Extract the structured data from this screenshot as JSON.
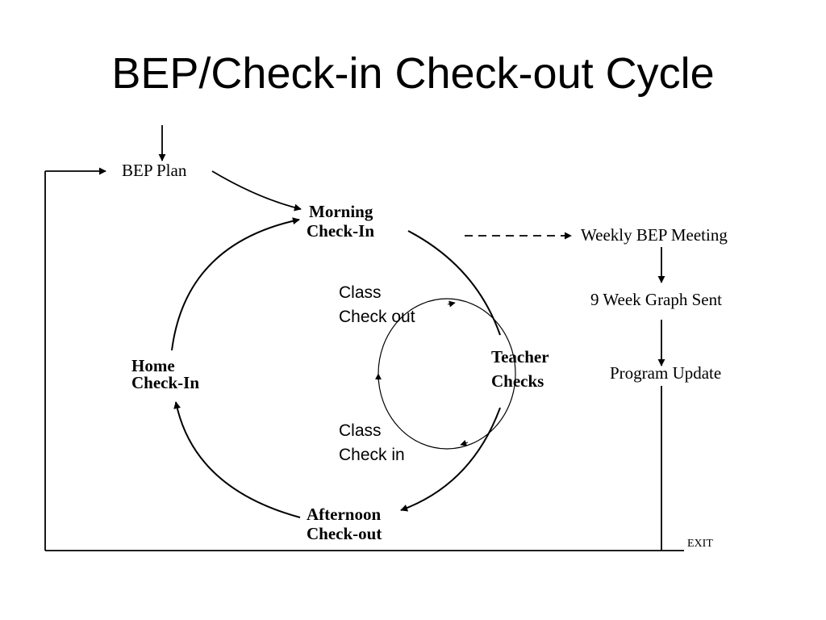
{
  "title": "BEP/Check-in Check-out Cycle",
  "nodes": {
    "bep_plan": "BEP Plan",
    "morning_checkin": [
      "Morning",
      "Check-In"
    ],
    "teacher_checks": [
      "Teacher",
      "Checks"
    ],
    "afternoon_checkout": [
      "Afternoon",
      "Check-out"
    ],
    "home_checkin": [
      "Home",
      "Check-In"
    ],
    "class_checkout": [
      "Class",
      "Check out"
    ],
    "class_checkin": [
      "Class",
      "Check in"
    ],
    "weekly_meeting": "Weekly BEP Meeting",
    "graph_sent": "9 Week Graph Sent",
    "program_update": "Program Update",
    "exit": "EXIT"
  },
  "colors": {
    "ink": "#000000",
    "background": "#ffffff"
  }
}
